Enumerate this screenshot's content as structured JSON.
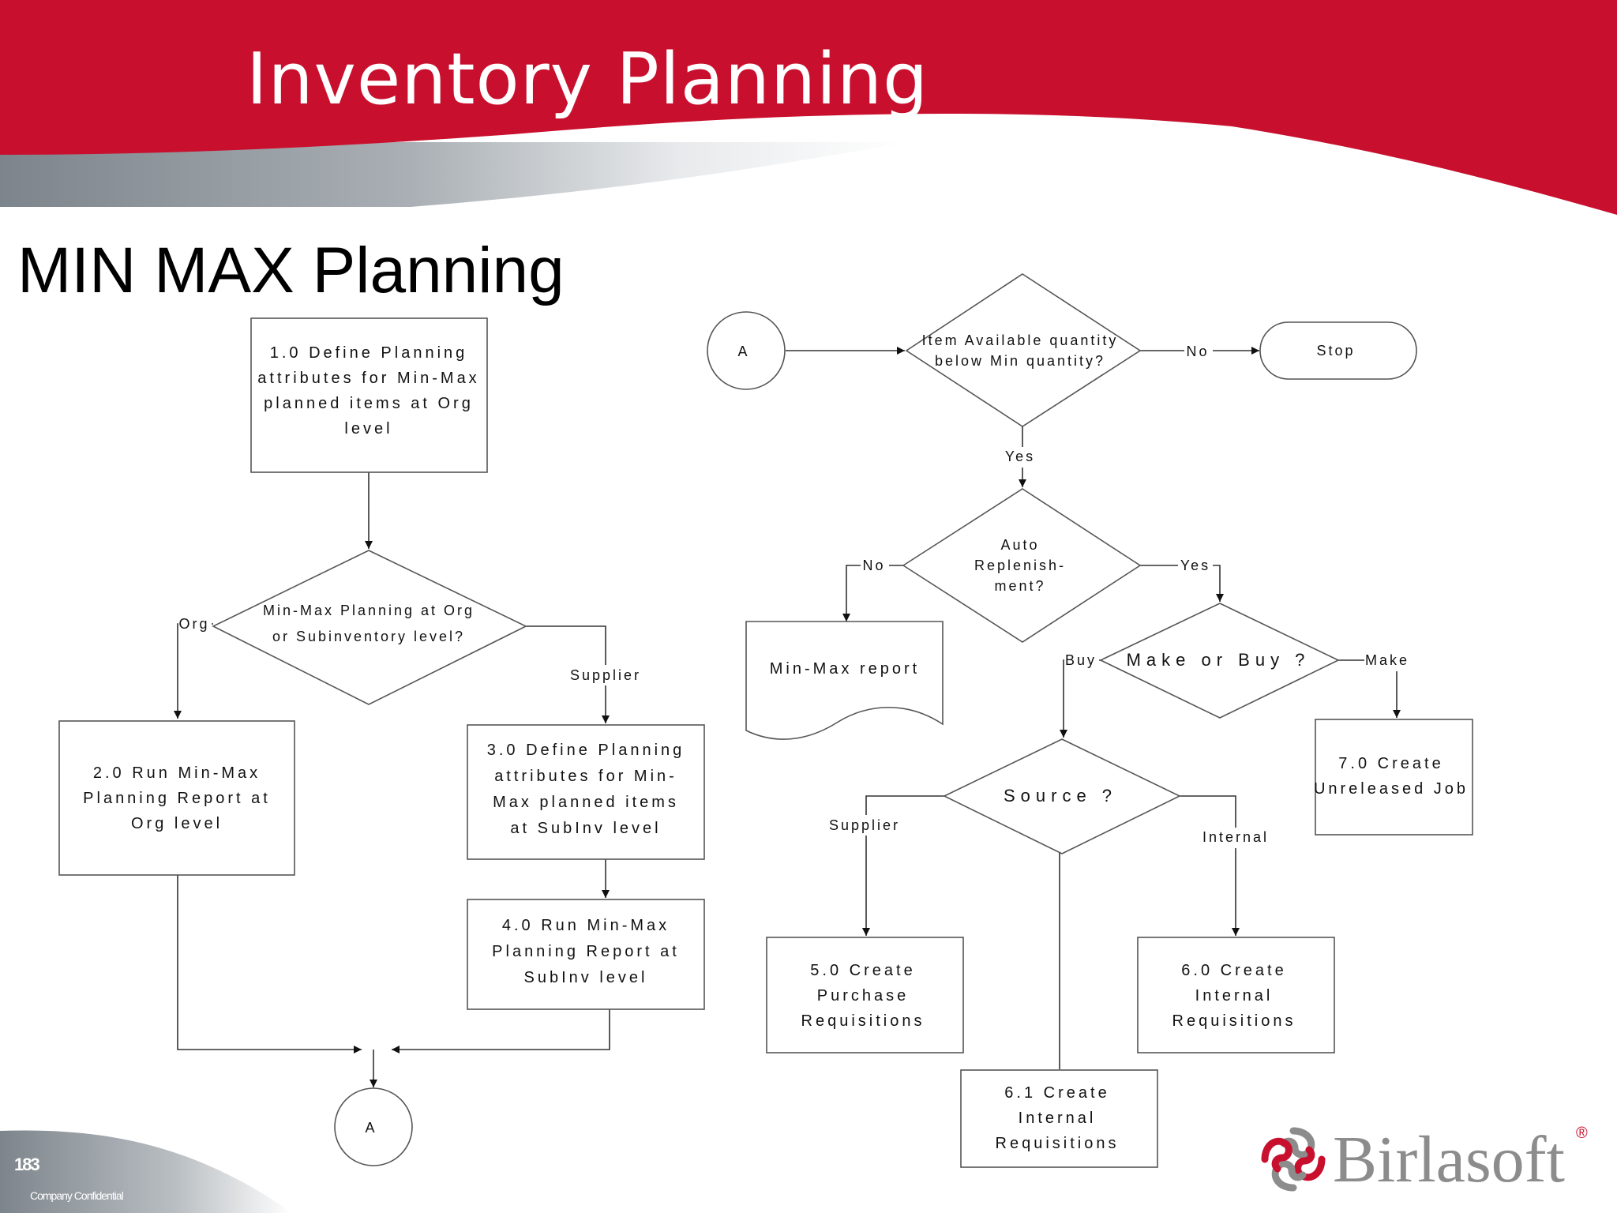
{
  "slide": {
    "title": "Inventory Planning",
    "subtitle": "MIN MAX Planning",
    "page_number": "183",
    "confidential": "Company Confidential",
    "brand": "Birlasoft",
    "brand_mark": "®"
  },
  "colors": {
    "banner_red": "#c8102e",
    "logo_gray": "#8c8c8c",
    "line": "#333333"
  },
  "flowchart": {
    "step_1_0": [
      "1.0 Define Planning",
      "attributes for Min-Max",
      "planned items at Org",
      "level"
    ],
    "decision_level": [
      "Min-Max Planning at Org",
      "or Subinventory level?"
    ],
    "step_2_0": [
      "2.0 Run Min-Max",
      "Planning Report at",
      "Org level"
    ],
    "step_3_0": [
      "3.0 Define Planning",
      "attributes for Min-",
      "Max planned items",
      "at SubInv level"
    ],
    "step_4_0": [
      "4.0 Run Min-Max",
      "Planning Report at",
      "SubInv level"
    ],
    "connector_a": "A",
    "decision_available": [
      "Item Available quantity",
      "below Min quantity?"
    ],
    "stop": "Stop",
    "decision_auto": [
      "Auto",
      "Replenish-",
      "ment?"
    ],
    "report": "Min-Max report",
    "decision_make_buy": "Make or Buy ?",
    "step_7_0": [
      "7.0 Create",
      "Unreleased Job"
    ],
    "decision_source": "Source ?",
    "step_5_0": [
      "5.0 Create",
      "Purchase",
      "Requisitions"
    ],
    "step_6_0": [
      "6.0 Create",
      "Internal",
      "Requisitions"
    ],
    "step_6_1": [
      "6.1 Create",
      "Internal",
      "Requisitions"
    ],
    "labels": {
      "org": "Org",
      "supplier": "Supplier",
      "no": "No",
      "yes": "Yes",
      "buy": "Buy",
      "make": "Make",
      "internal": "Internal"
    }
  }
}
